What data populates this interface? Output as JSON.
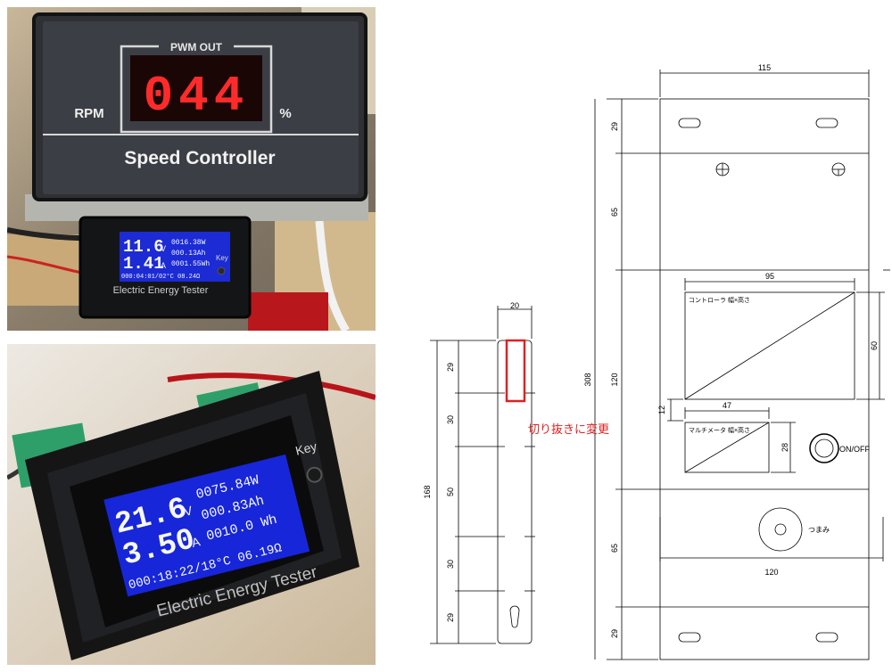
{
  "photo1": {
    "speed_controller": {
      "panel_label": "PWM OUT",
      "digits": "044",
      "left_label": "RPM",
      "right_label": "%",
      "brand": "Speed Controller"
    },
    "meter": {
      "voltage": "11.6",
      "voltage_unit": "V",
      "current": "1.41",
      "current_unit": "A",
      "power": "0016.38W",
      "energy_ah": "000.13Ah",
      "energy_wh": "0001.55Wh",
      "status": "000:04:01/02°C 08.24Ω",
      "key_label": "Key",
      "brand": "Electric Energy Tester"
    }
  },
  "photo2": {
    "meter": {
      "voltage": "21.6",
      "voltage_unit": "V",
      "current": "3.50",
      "current_unit": "A",
      "power": "0075.84W",
      "energy_ah": "000.83Ah",
      "energy_wh": "0010.0 Wh",
      "status": "000:18:22/18°C 06.19Ω",
      "key_label": "Key",
      "brand": "Electric Energy Tester"
    }
  },
  "drawing_side": {
    "width_dim": "20",
    "total_height": "168",
    "segments": [
      "29",
      "30",
      "50",
      "30",
      "29"
    ],
    "note": "切り抜きに変更",
    "note_color": "#e02020",
    "cutout_color": "#e02020"
  },
  "drawing_front": {
    "width_dim": "115",
    "total_height": "308",
    "segments": [
      "29",
      "65",
      "120",
      "65",
      "29"
    ],
    "controller_width": "95",
    "controller_label": "コントローラ 幅×高さ",
    "controller_height": "60",
    "gap_dim": "12",
    "meter_width": "47",
    "meter_label": "マルチメータ 幅×高さ",
    "meter_height": "28",
    "switch_label": "ON/OFF",
    "knob_label": "つまみ",
    "lower_width": "120"
  }
}
